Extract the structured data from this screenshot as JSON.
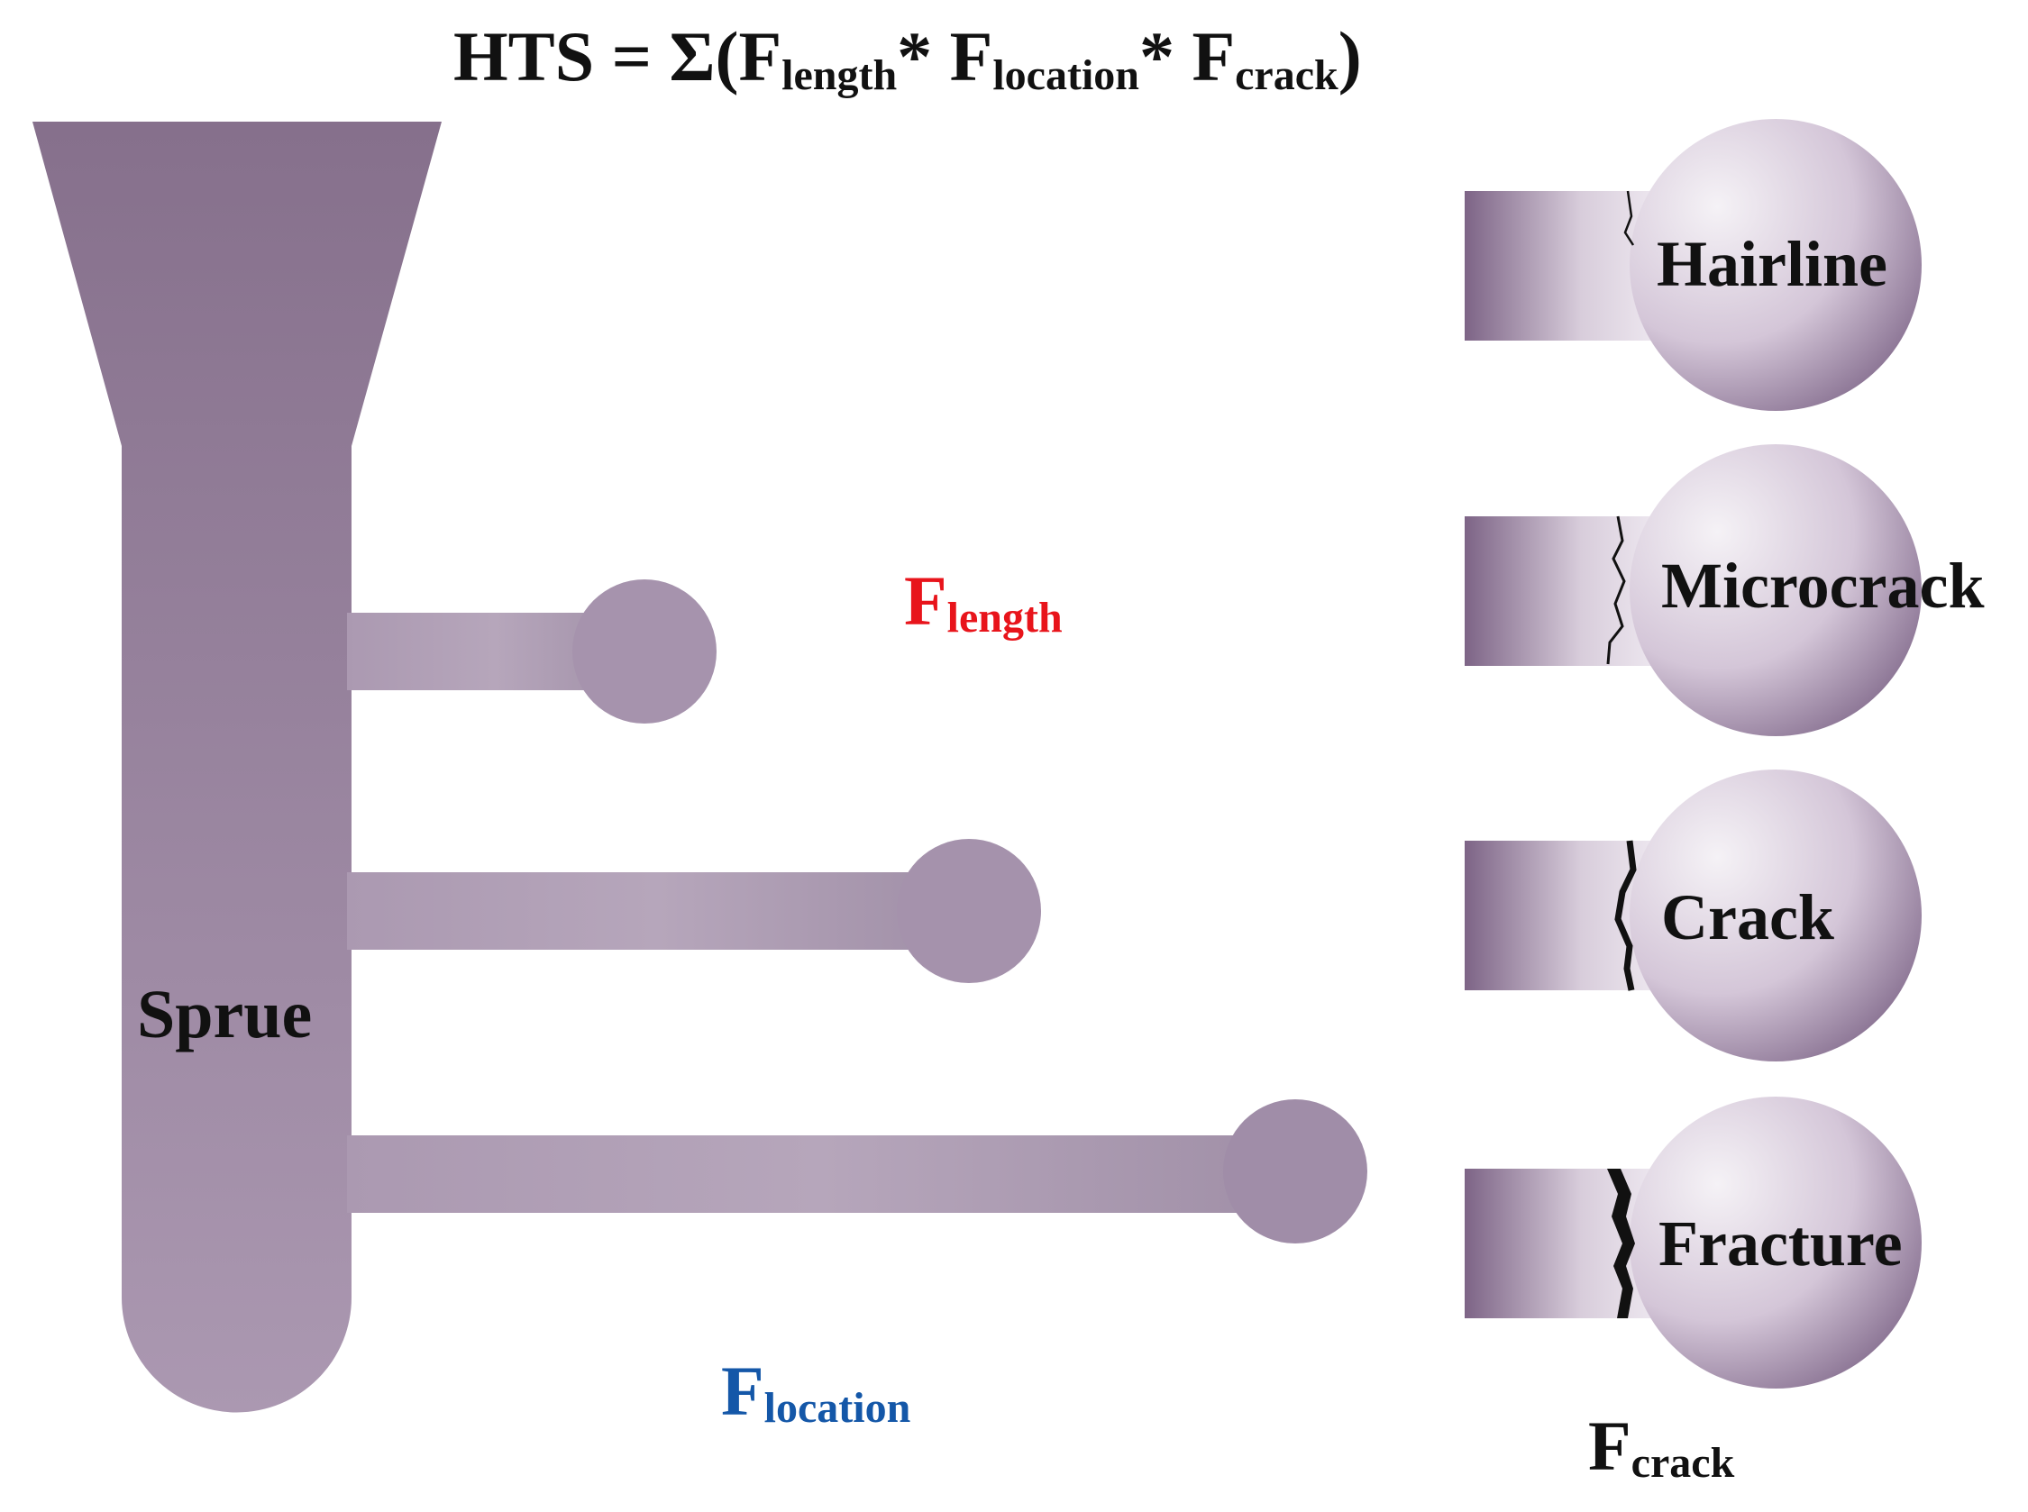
{
  "formula": {
    "prefix": "HTS = Σ(F",
    "sub1": "length",
    "mid1": "*  F",
    "sub2": "location",
    "mid2": "*  F",
    "sub3": "crack",
    "suffix": ")"
  },
  "sprue": {
    "label": "Sprue"
  },
  "factors": {
    "length": {
      "main": "F",
      "sub": "length",
      "color": "#e8141b"
    },
    "location": {
      "main": "F",
      "sub": "location",
      "color": "#1457a8"
    },
    "crack": {
      "main": "F",
      "sub": "crack",
      "color": "#111111"
    }
  },
  "crack_types": [
    {
      "label": "Hairline"
    },
    {
      "label": "Microcrack"
    },
    {
      "label": "Crack"
    },
    {
      "label": "Fracture"
    }
  ],
  "colors": {
    "sprue_top": "#86708c",
    "sprue_bottom": "#ab98b1",
    "branch": "#b4a3ba",
    "specimen_light": "#f2eef4",
    "specimen_dark": "#7d6486"
  }
}
